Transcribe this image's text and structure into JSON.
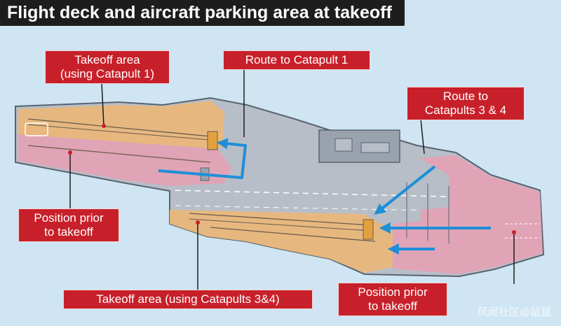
{
  "title": "Flight deck and aircraft parking area at takeoff",
  "labels": {
    "takeoff_cat1": "Takeoff area\n(using Catapult 1)",
    "route_cat1": "Route to Catapult 1",
    "route_cat34": "Route to\nCatapults 3 & 4",
    "position_left": "Position prior\nto takeoff",
    "takeoff_cat34": "Takeoff area (using Catapults 3&4)",
    "position_right": "Position prior\nto takeoff"
  },
  "watermark": "风闻社区@鼠鼠",
  "colors": {
    "background": "#cfe5f3",
    "deck": "#b7bec8",
    "takeoff_area": "#e8b77c",
    "parking_area": "#e2a2b5",
    "label_bg": "#c8202a",
    "arrow": "#1e8fd8"
  }
}
